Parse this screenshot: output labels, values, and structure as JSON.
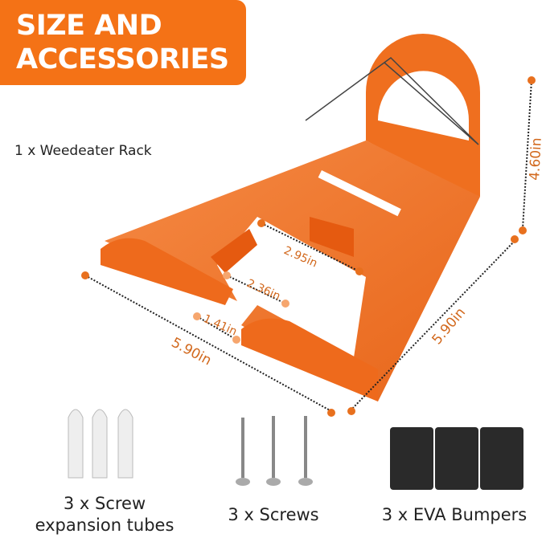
{
  "banner": {
    "line1": "SIZE AND",
    "line2": "ACCESSORIES"
  },
  "subtitle": "1 x Weedeater Rack",
  "dimensions": {
    "height": "4.60in",
    "depth": "5.90in",
    "width": "5.90in",
    "inner_width": "2.95in",
    "inner_depth": "2.36in",
    "gap": "1.41in"
  },
  "accessories": [
    {
      "label_line1": "3 x Screw",
      "label_line2": "expansion tubes"
    },
    {
      "label": "3 x Screws"
    },
    {
      "label": "3 x EVA Bumpers"
    }
  ],
  "colors": {
    "brand": "#f47216",
    "rack": "#f07a2c",
    "dot": "#e8701e",
    "dim_text": "#d2691e"
  }
}
